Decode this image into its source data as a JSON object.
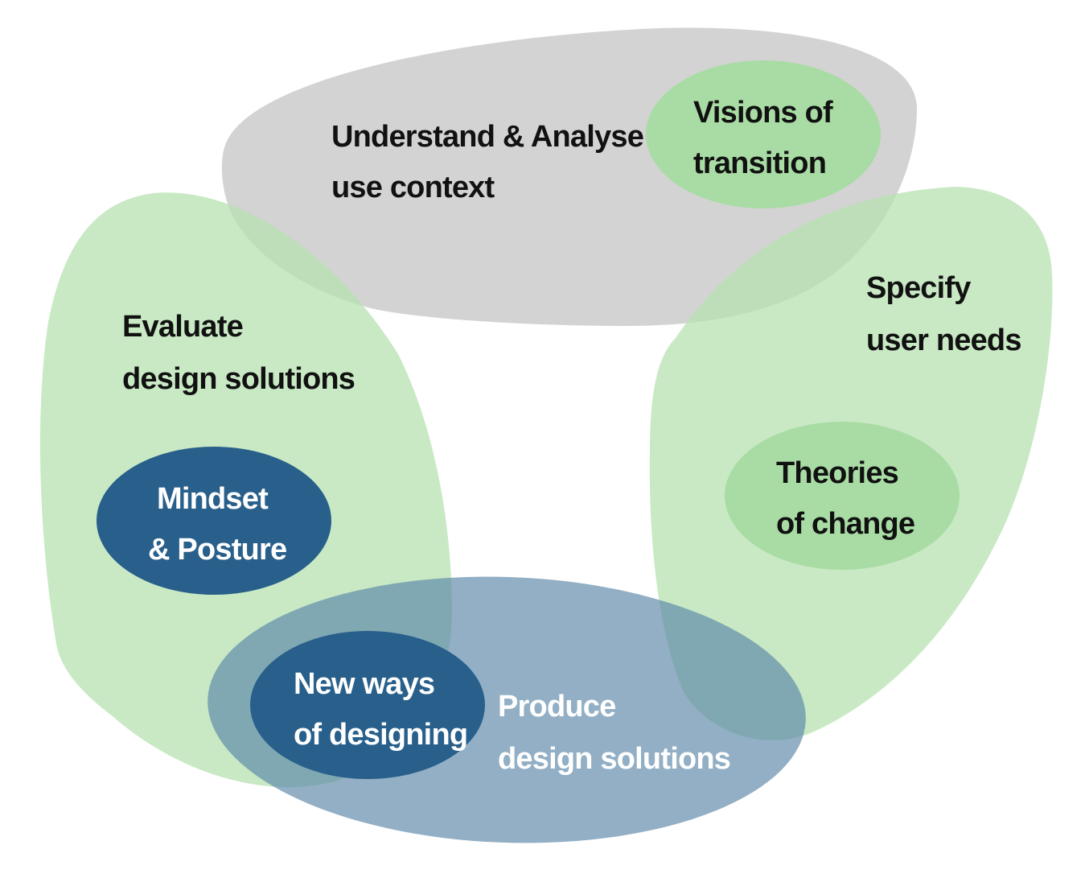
{
  "colors": {
    "gray_region": "#c8c8c8",
    "green_region": "#b5e2b0",
    "blue_region": "#5e89a9",
    "green_ellipse": "#a9dca4",
    "navy_ellipse": "#285f8b",
    "dark_text": "#111111",
    "light_text": "#ffffff"
  },
  "regions": {
    "understand": {
      "line1": "Understand & Analyse",
      "line2": "use context"
    },
    "specify": {
      "line1": "Specify",
      "line2": "user needs"
    },
    "evaluate": {
      "line1": "Evaluate",
      "line2": "design solutions"
    },
    "produce": {
      "line1": "Produce",
      "line2": "design solutions"
    }
  },
  "ellipses": {
    "visions": {
      "line1": "Visions of",
      "line2": "transition"
    },
    "theories": {
      "line1": "Theories",
      "line2": "of change"
    },
    "mindset": {
      "line1": "Mindset",
      "line2": "& Posture"
    },
    "new_ways": {
      "line1": "New ways",
      "line2": "of designing"
    }
  }
}
